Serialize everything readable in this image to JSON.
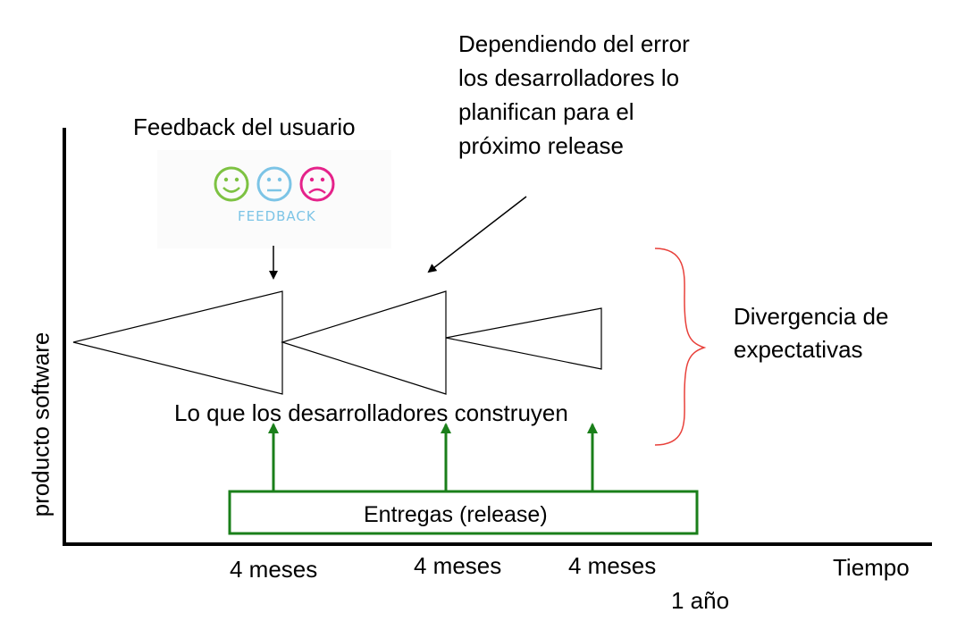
{
  "diagram": {
    "axes": {
      "y_label": "producto software",
      "x_label": "Tiempo"
    },
    "annotations": {
      "feedback_title": "Feedback del usuario",
      "feedback_badge": "FEEDBACK",
      "error_note_lines": [
        "Dependiendo del error",
        "los desarrolladores lo",
        "planifican para el",
        "próximo release"
      ],
      "divergence_lines": [
        "Divergencia de",
        "expectativas"
      ],
      "built_label": "Lo que los desarrolladores construyen",
      "releases_label": "Entregas (release)"
    },
    "time_labels": [
      "4 meses",
      "4 meses",
      "4 meses"
    ],
    "year_label": "1 año",
    "icons": [
      "happy-face-icon",
      "neutral-face-icon",
      "sad-face-icon"
    ],
    "colors": {
      "releases": "#1a7f1a",
      "brace": "#e8403a",
      "happy": "#7dc242",
      "neutral": "#7cc4e6",
      "sad": "#e5228a",
      "axis": "#000000"
    }
  }
}
